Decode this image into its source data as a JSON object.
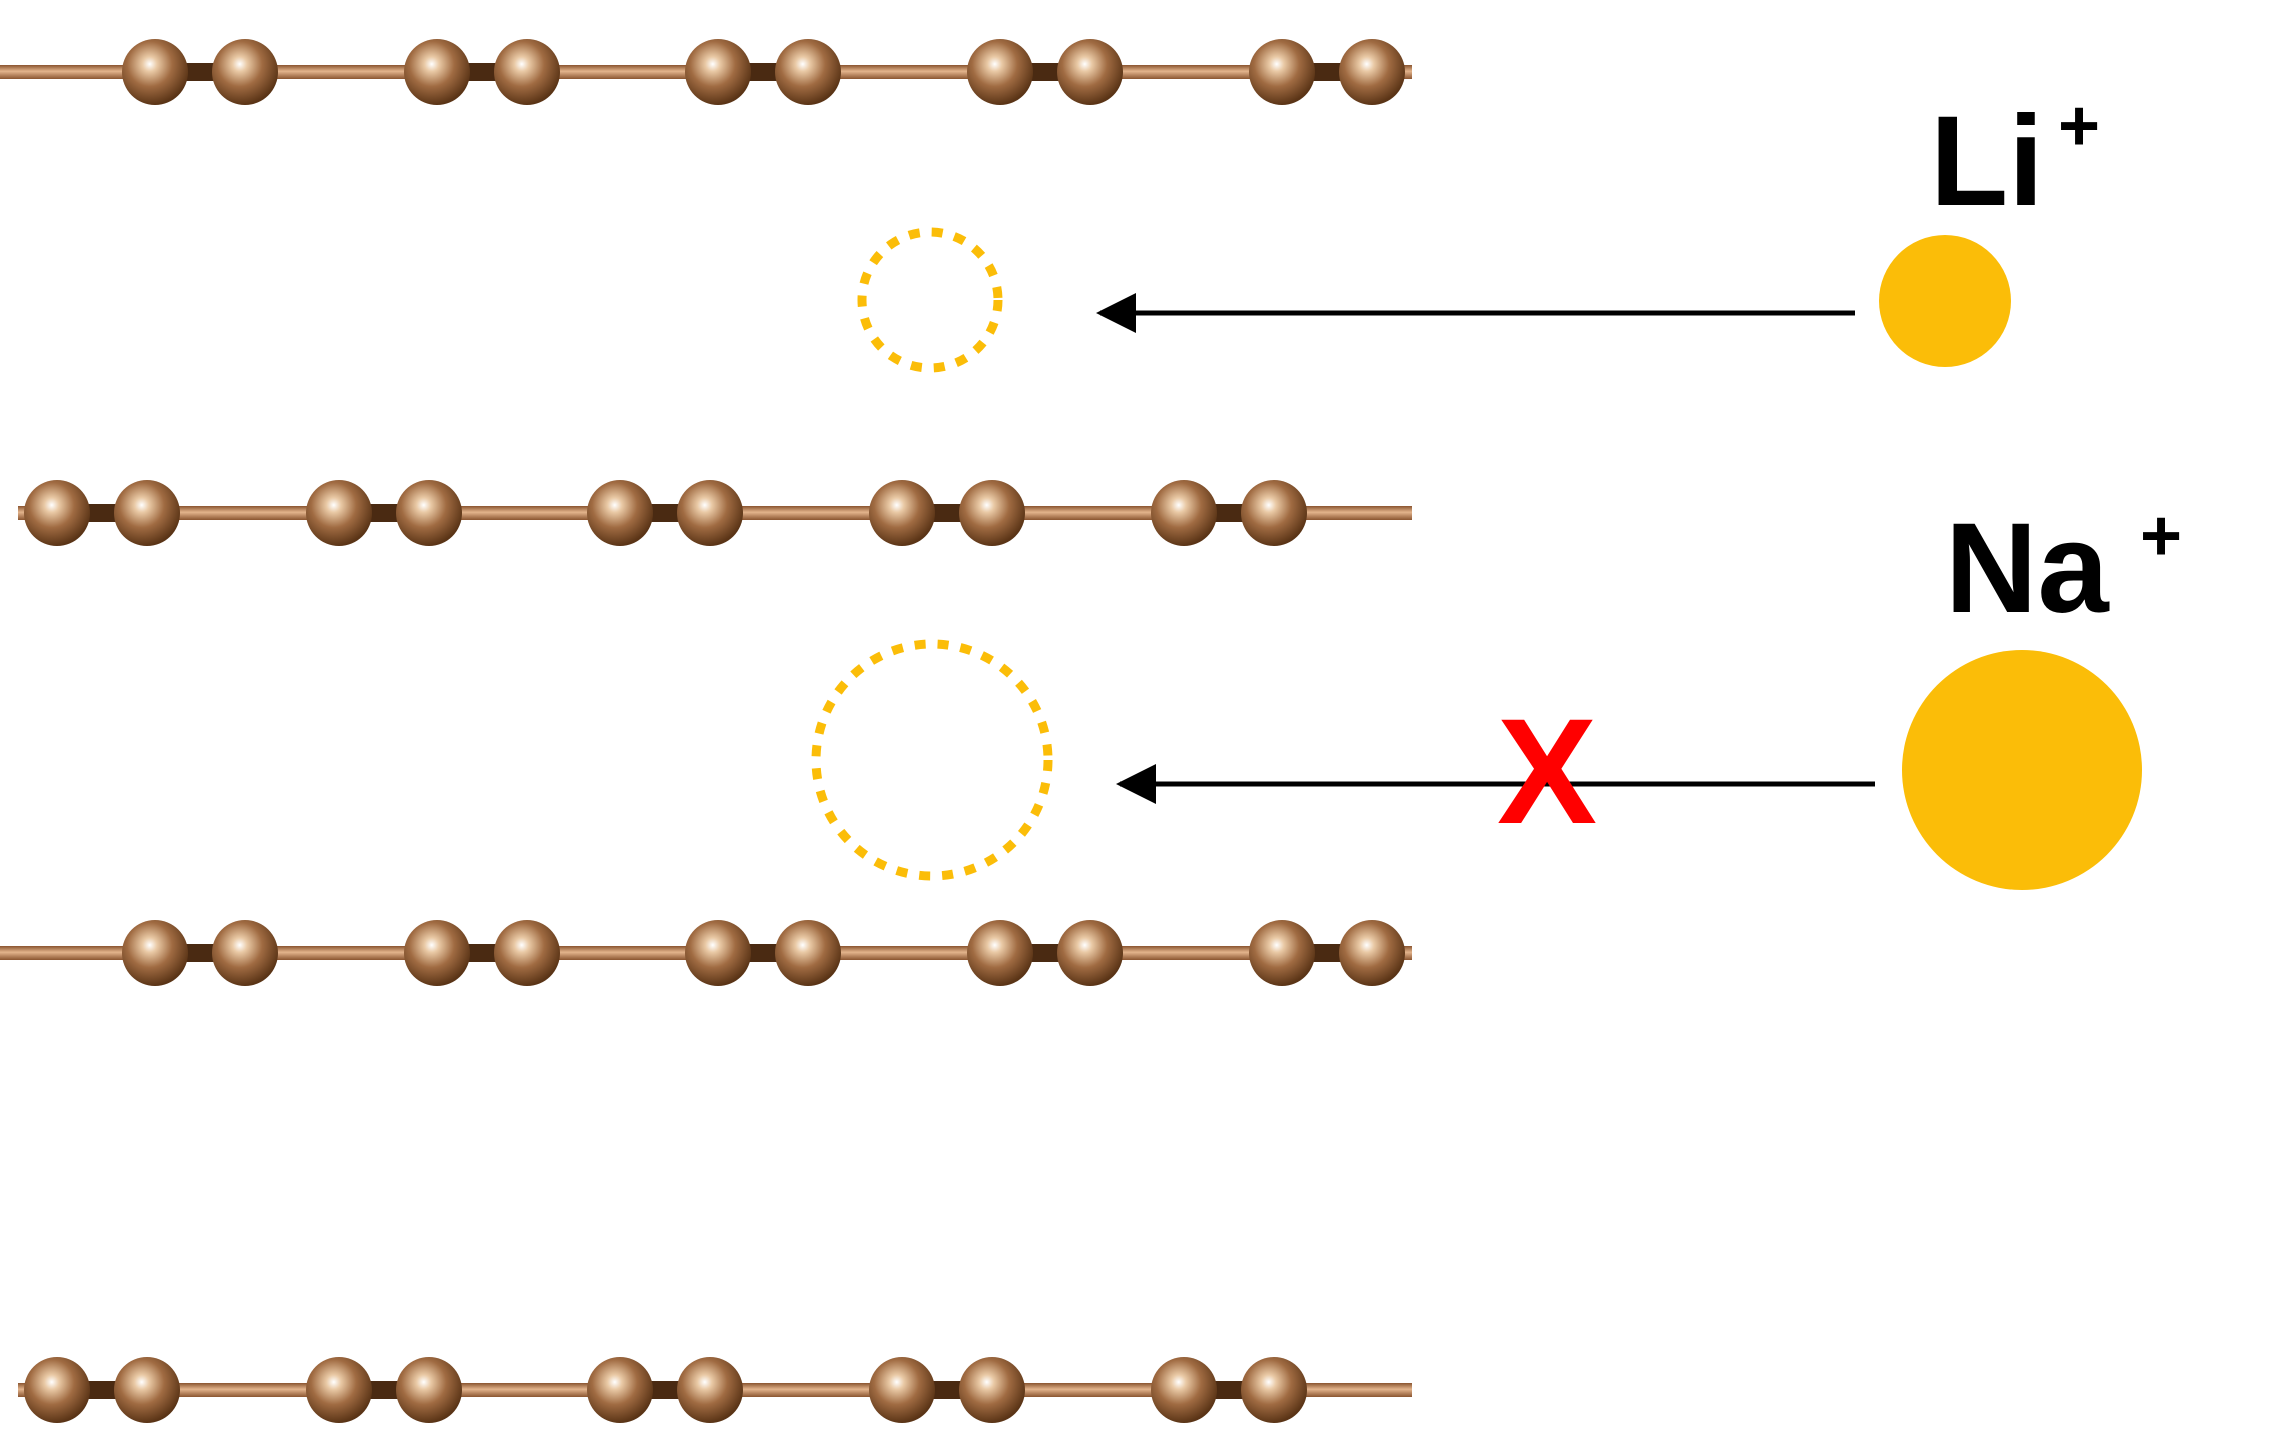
{
  "colors": {
    "atom": "#8b5a36",
    "bond": "#b77a4c",
    "ion": "#fbbd08",
    "arrow": "#000000",
    "block_mark": "#ff0000",
    "label": "#000000"
  },
  "layers": [
    {
      "name": "graphite-layer-1",
      "atom_pattern": "offset-right"
    },
    {
      "name": "graphite-layer-2",
      "atom_pattern": "offset-left"
    },
    {
      "name": "graphite-layer-3",
      "atom_pattern": "offset-right"
    },
    {
      "name": "graphite-layer-4",
      "atom_pattern": "offset-left"
    }
  ],
  "ions": {
    "li": {
      "symbol": "Li",
      "charge": "+",
      "size": "small",
      "intercalates": true
    },
    "na": {
      "symbol": "Na",
      "charge": "+",
      "size": "large",
      "intercalates": false,
      "block_mark": "X"
    }
  },
  "icons": {
    "li_target": "dotted-circle-icon",
    "na_target": "dotted-circle-icon",
    "arrow": "arrow-left-icon",
    "block": "x-mark-icon"
  }
}
